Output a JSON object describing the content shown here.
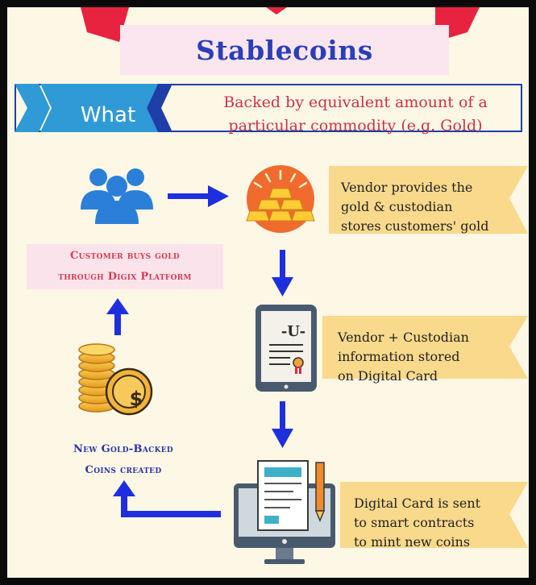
{
  "title": "Stablecoins",
  "what": {
    "label": "What",
    "description_line1": "Backed by equivalent amount of a",
    "description_line2": "particular commodity (e.g. Gold)"
  },
  "steps": {
    "customer": {
      "icon": "users-icon",
      "line1": "Customer buys gold",
      "line2": "through Digix Platform"
    },
    "vendor": {
      "icon": "gold-bars-icon",
      "line1": "Vendor provides the",
      "line2": "gold & custodian",
      "line3": "stores customers' gold"
    },
    "digital_card": {
      "icon": "tablet-certificate-icon",
      "card_glyph": "-U-",
      "line1": "Vendor + Custodian",
      "line2": "information stored",
      "line3": "on Digital Card"
    },
    "smart_contract": {
      "icon": "computer-document-icon",
      "line1": "Digital Card is sent",
      "line2": "to smart contracts",
      "line3": "to mint new coins"
    },
    "coins": {
      "icon": "gold-coins-icon",
      "coin_symbol": "$",
      "line1": "New Gold-Backed",
      "line2": "Coins created"
    }
  },
  "colors": {
    "background": "#fdf7e6",
    "title_blue": "#2b3fb8",
    "arrow_blue": "#1f2fe0",
    "ribbon_red": "#e8233f",
    "what_blue": "#2f9ad6",
    "desc_red": "#cc3344",
    "tag_yellow": "#f9d98c",
    "gold": "#f1b43a"
  }
}
